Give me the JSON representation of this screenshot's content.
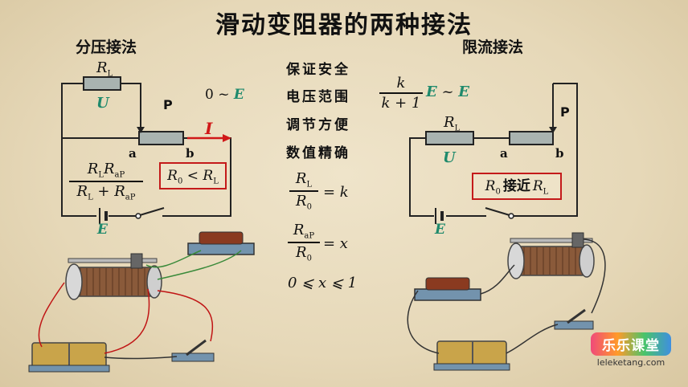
{
  "title": "滑动变阻器的两种接法",
  "left": {
    "heading": "分压接法",
    "rl_label": "R",
    "rl_sub": "L",
    "u_label": "U",
    "p_label": "P",
    "range": "0 ~ ",
    "range_e": "E",
    "a_label": "a",
    "b_label": "b",
    "i_label": "I",
    "frac_num_r1": "R",
    "frac_num_s1": "L",
    "frac_num_r2": "R",
    "frac_num_s2": "aP",
    "frac_den_r1": "R",
    "frac_den_s1": "L",
    "frac_den_plus": " + ",
    "frac_den_r2": "R",
    "frac_den_s2": "aP",
    "box_r0": "R",
    "box_s0": "0",
    "box_lt": " < ",
    "box_rl": "R",
    "box_sl": "L",
    "e_label": "E"
  },
  "middle": {
    "items": [
      "保证安全",
      "电压范围",
      "调节方便",
      "数值精确"
    ],
    "f1_num_r": "R",
    "f1_num_s": "L",
    "f1_den_r": "R",
    "f1_den_s": "0",
    "f1_rhs": "= k",
    "f2_num_r": "R",
    "f2_num_s": "aP",
    "f2_den_r": "R",
    "f2_den_s": "0",
    "f2_rhs": "= x",
    "range": "0 ⩽ x ⩽ 1"
  },
  "right": {
    "heading": "限流接法",
    "frac_num": "k",
    "frac_den": "k + 1",
    "e1": "E",
    "tilde": " ~ ",
    "e2": "E",
    "p_label": "P",
    "rl_label": "R",
    "rl_sub": "L",
    "u_label": "U",
    "a_label": "a",
    "b_label": "b",
    "box_r0": "R",
    "box_s0": "0",
    "box_text": "接近",
    "box_rl": "R",
    "box_sl": "L",
    "e_label": "E"
  },
  "logo": {
    "cn": "乐乐课堂",
    "url": "leleketang.com"
  },
  "colors": {
    "wire": "#222222",
    "accent_red": "#d01818",
    "green": "#1f8a6c",
    "resistor": "#a9b3b0"
  }
}
